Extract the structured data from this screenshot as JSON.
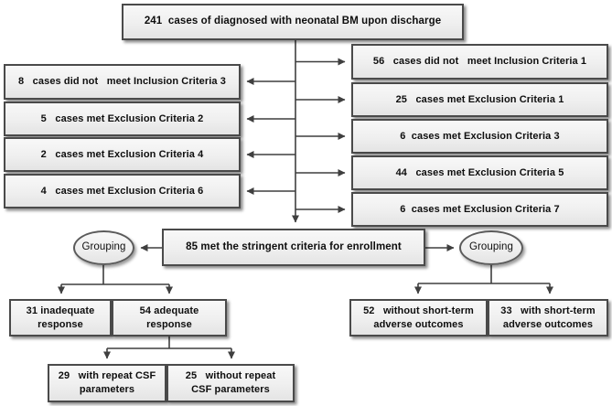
{
  "diagram": {
    "title_box": "241  cases of diagnosed with neonatal BM upon discharge",
    "right_column": [
      "56   cases did not   meet Inclusion Criteria 1",
      "25   cases met Exclusion Criteria 1",
      "6  cases met Exclusion Criteria 3",
      "44   cases met Exclusion Criteria 5",
      "6  cases met Exclusion Criteria 7"
    ],
    "left_column": [
      "8   cases did not   meet Inclusion Criteria 3",
      "5   cases met Exclusion Criteria 2",
      "2   cases met Exclusion Criteria 4",
      "4   cases met Exclusion Criteria 6"
    ],
    "enrollment_box": "85 met the stringent criteria for enrollment",
    "grouping_left": "Grouping",
    "grouping_right": "Grouping",
    "response_boxes": [
      "31 inadequate\nresponse",
      "54 adequate\nresponse"
    ],
    "outcome_boxes": [
      "52   without short-term\nadverse outcomes",
      "33   with short-term\nadverse outcomes"
    ],
    "csf_boxes": [
      "29   with repeat CSF\nparameters",
      "25   without repeat\nCSF parameters"
    ],
    "colors": {
      "box_fill": "#efefef",
      "box_border": "#4a4a4a",
      "connector": "#3f3f3f",
      "text": "#0e0e0e",
      "background": "#ffffff"
    }
  }
}
